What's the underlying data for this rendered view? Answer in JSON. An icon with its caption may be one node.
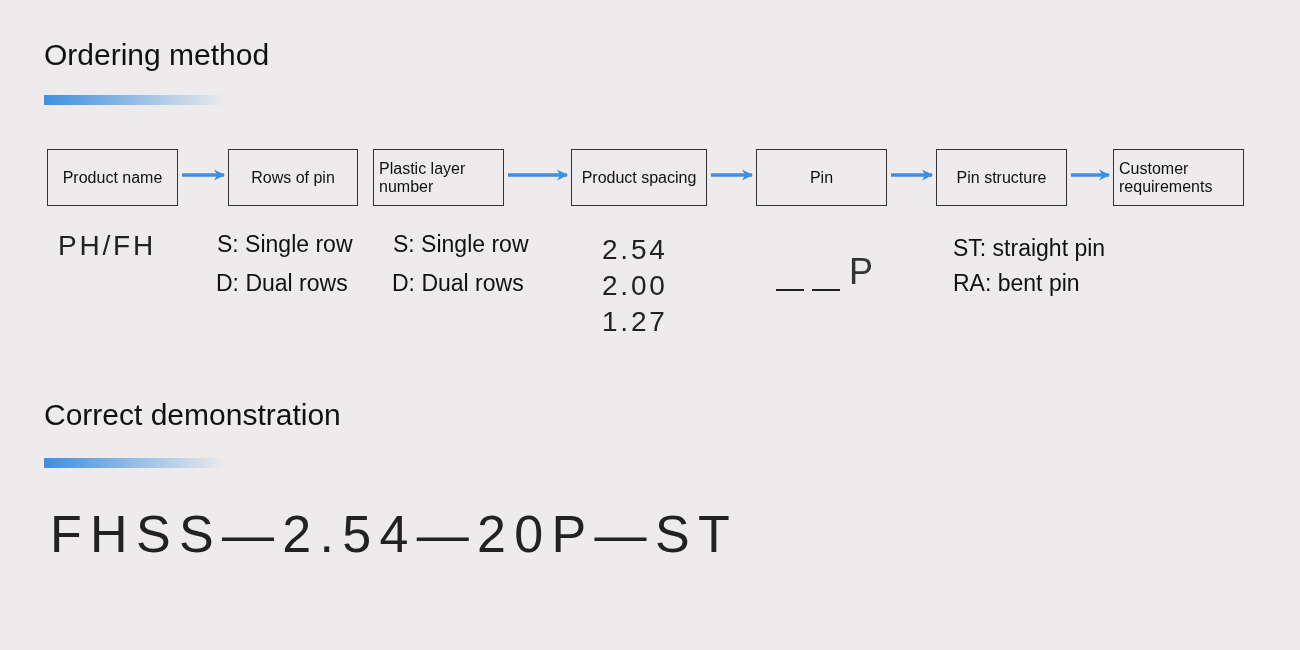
{
  "diagram": {
    "nodes": [
      {
        "text": [
          "Product name"
        ]
      },
      {
        "text": [
          "Rows of pin"
        ]
      },
      {
        "text": [
          "Plastic layer number"
        ]
      },
      {
        "text": [
          "Product spacing"
        ]
      },
      {
        "text": [
          "Pin"
        ]
      },
      {
        "text": [
          "Pin structure"
        ]
      },
      {
        "text": [
          "Customer requirements"
        ]
      }
    ],
    "edges": [
      {
        "from": 0,
        "to": 1,
        "arrow": "to"
      },
      {
        "from": 2,
        "to": 3,
        "arrow": "to"
      },
      {
        "from": 3,
        "to": 4,
        "arrow": "to"
      },
      {
        "from": 4,
        "to": 5,
        "arrow": "to"
      },
      {
        "from": 5,
        "to": 6,
        "arrow": "to"
      }
    ],
    "labels": [
      "Ordering method",
      "PH/FH",
      "S: Single row",
      "D: Dual rows",
      "S: Single row",
      "D: Dual rows",
      "2.54",
      "2.00",
      "1.27",
      "P",
      "ST: straight pin",
      "RA: bent pin",
      "Correct demonstration",
      "FHSS—2.54—20P—ST"
    ]
  }
}
